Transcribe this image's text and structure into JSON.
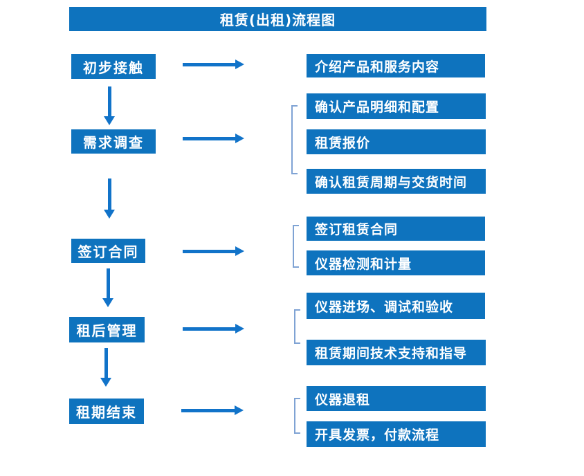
{
  "title": "租赁(出租)流程图",
  "colors": {
    "box_blue": "#0e73be",
    "arrow_blue": "#1173c9",
    "bracket_blue": "#7fa3d4",
    "text_white": "#ffffff"
  },
  "flow": {
    "stages": [
      {
        "label": "初步接触",
        "details": [
          "介绍产品和服务内容"
        ]
      },
      {
        "label": "需求调查",
        "details": [
          "确认产品明细和配置",
          "租赁报价",
          "确认租赁周期与交货时间"
        ]
      },
      {
        "label": "签订合同",
        "details": [
          "签订租赁合同",
          "仪器检测和计量"
        ]
      },
      {
        "label": "租后管理",
        "details": [
          "仪器进场、调试和验收",
          "租赁期间技术支持和指导"
        ]
      },
      {
        "label": "租期结束",
        "details": [
          "仪器退租",
          "开具发票，付款流程"
        ]
      }
    ]
  }
}
